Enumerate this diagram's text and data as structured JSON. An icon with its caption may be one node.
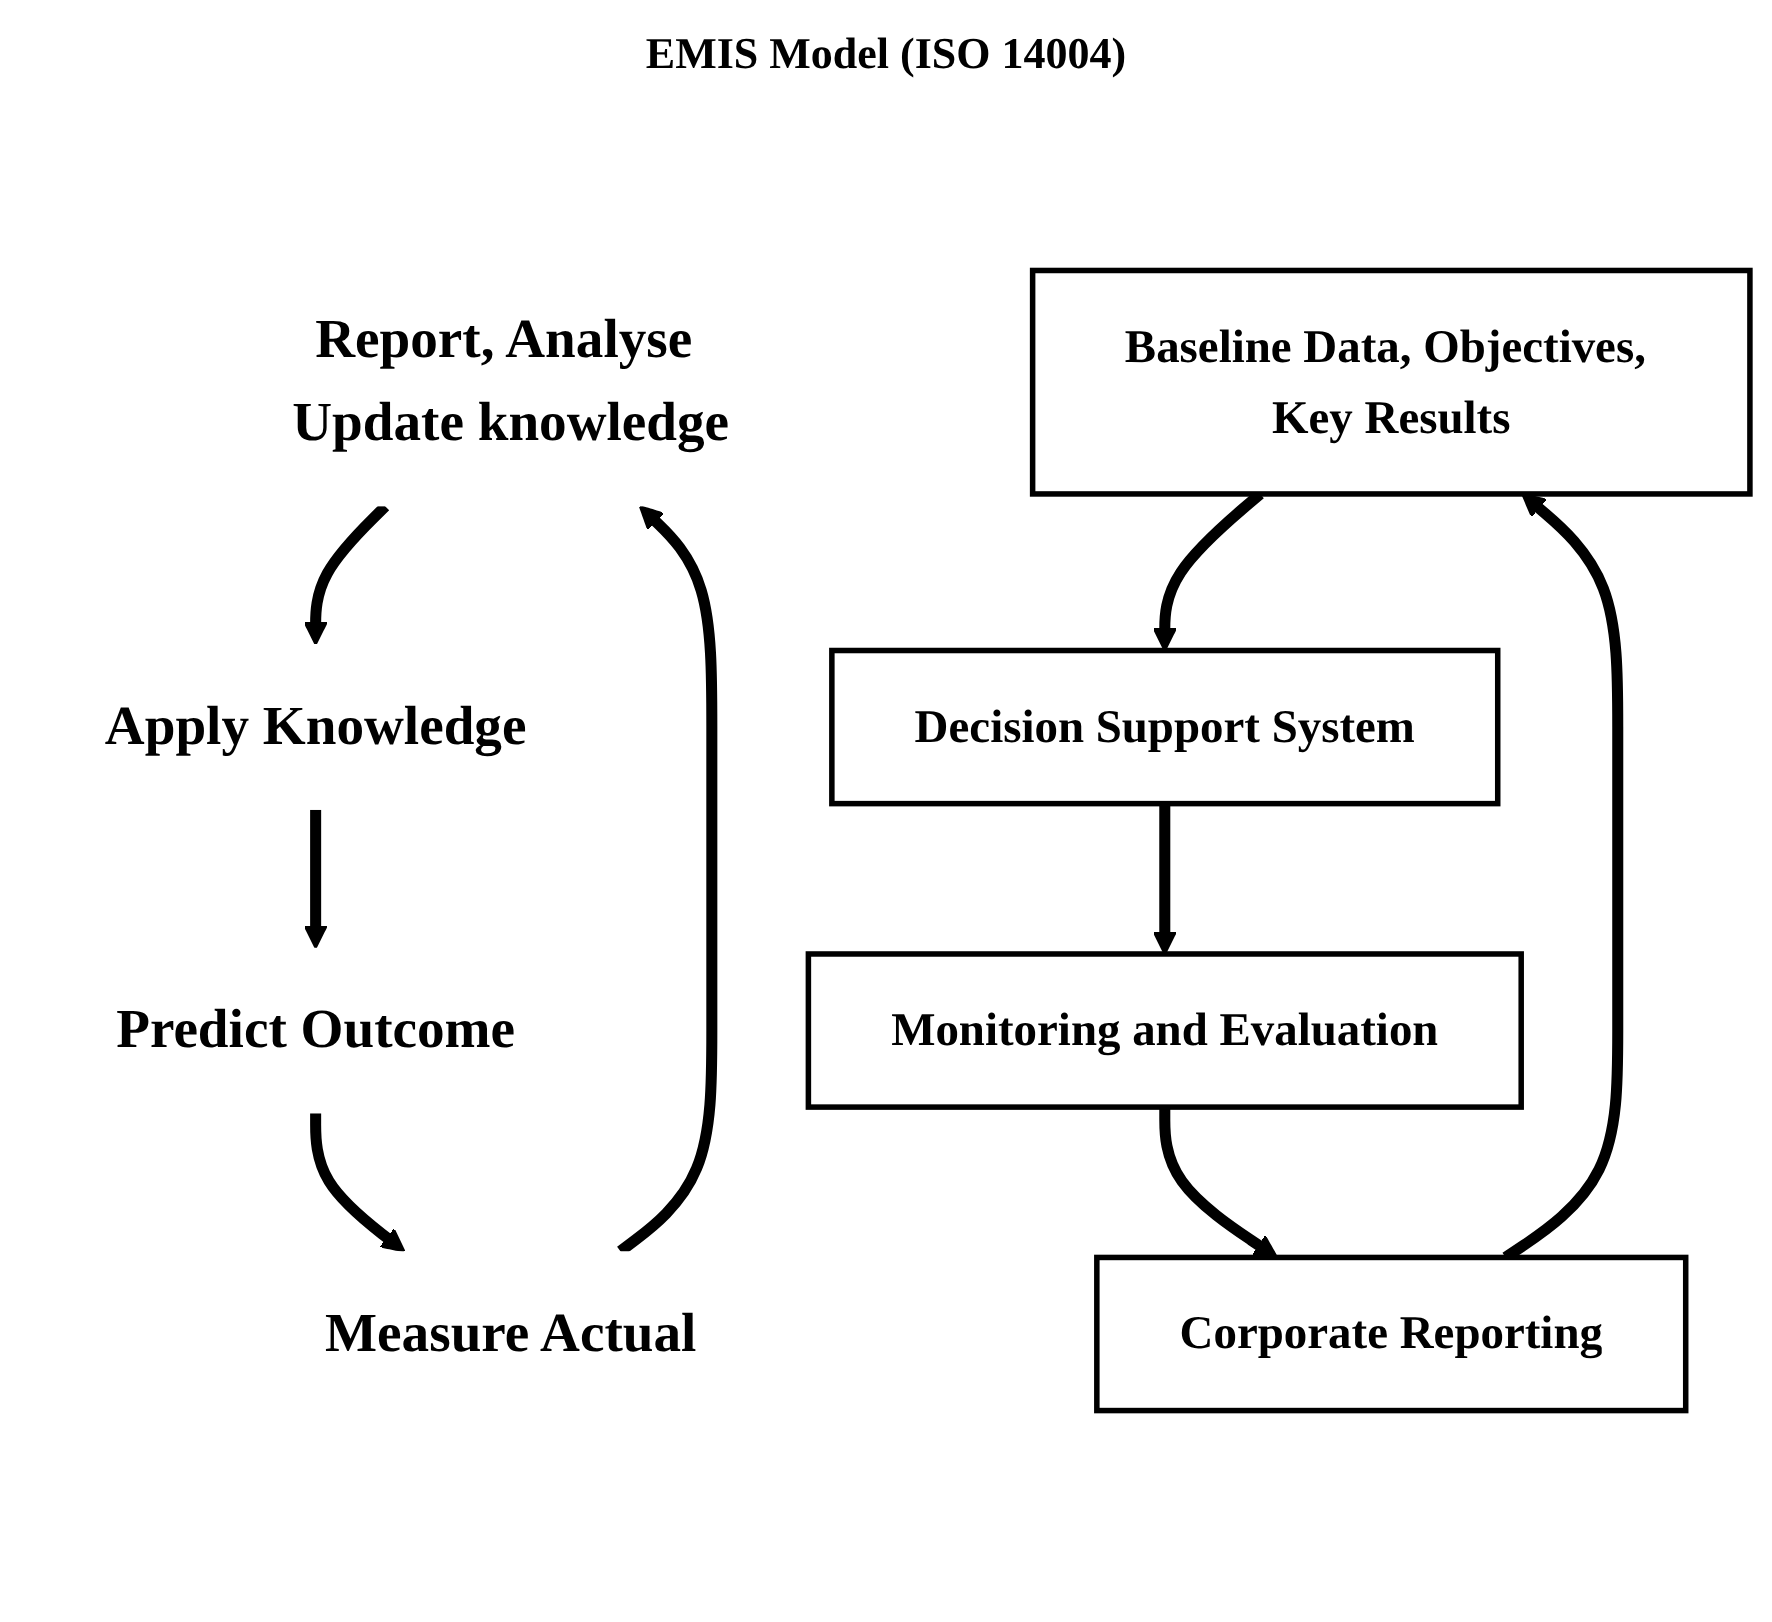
{
  "diagram": {
    "title": "EMIS Model (ISO 14004)",
    "nodes": [
      {
        "text": [
          "Report, Analyse Update knowledge"
        ]
      },
      {
        "text": [
          "Baseline Data, Objectives, Key Results"
        ]
      },
      {
        "text": [
          "Corporate Reporting"
        ]
      },
      {
        "text": [
          "Measure Actual"
        ]
      },
      {
        "text": [
          "Apply Knowledge"
        ]
      },
      {
        "text": [
          "Decision Support System"
        ]
      },
      {
        "text": [
          "Monitoring and Evaluation"
        ]
      },
      {
        "text": [
          "Predict Outcome"
        ]
      }
    ],
    "edges": [
      {
        "from": 0,
        "to": 4,
        "arrow": "to"
      },
      {
        "from": 4,
        "to": 7,
        "arrow": "to"
      },
      {
        "from": 7,
        "to": 3,
        "arrow": "to"
      },
      {
        "from": 3,
        "to": 0,
        "arrow": "to"
      },
      {
        "from": 2,
        "to": 1,
        "arrow": "to"
      },
      {
        "from": 1,
        "to": 5,
        "arrow": "to"
      },
      {
        "from": 5,
        "to": 6,
        "arrow": "to"
      },
      {
        "from": 6,
        "to": 2,
        "arrow": "to"
      }
    ]
  }
}
